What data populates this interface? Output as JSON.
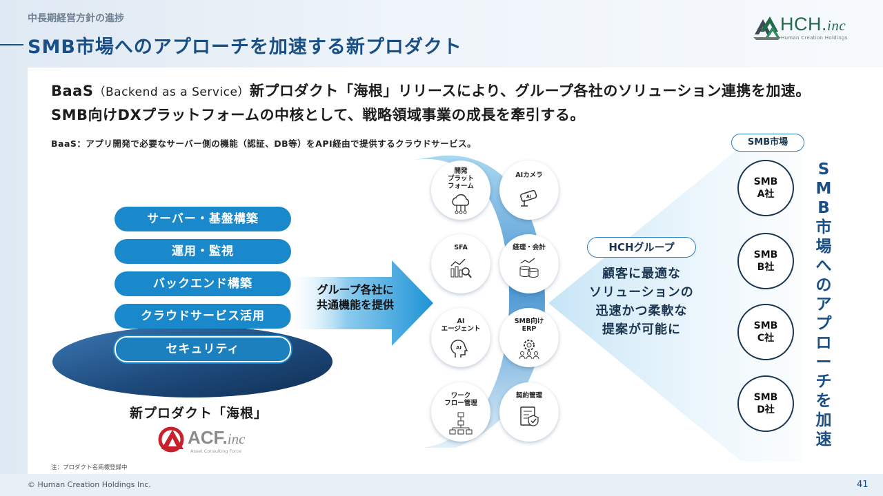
{
  "section_label": "中長期経営方針の進捗",
  "page_title": "SMB市場へのアプローチを加速する新プロダクト",
  "logo": {
    "name": "HCH.",
    "suffix": "inc",
    "sub": "Human Creation Holdings",
    "color": "#1f6b4a"
  },
  "lead": {
    "part1": "BaaS",
    "part2": "（Backend as a Service）",
    "part3": "新プロダクト「海根」リリースにより、グループ各社のソリューション連携を加速。SMB向けDXプラットフォームの中核として、戦略領域事業の成長を牽引する。"
  },
  "baas_note": "BaaS：アプリ開発で必要なサーバー側の機能（認証、DB等）をAPI経由で提供するクラウドサービス。",
  "stack": {
    "layers": [
      "サーバー・基盤構築",
      "運用・監視",
      "バックエンド構築",
      "クラウドサービス活用",
      "セキュリティ"
    ],
    "product_name": "新プロダクト「海根」"
  },
  "acf_logo": {
    "name": "ACF.",
    "suffix": "inc",
    "sub": "Asset Consulting Force"
  },
  "trademark_note": "注：プロダクト名商標登録中",
  "arrow_text": {
    "line1": "グループ各社に",
    "line2": "共通機能を提供"
  },
  "functions": [
    {
      "label": "開発\nプラット\nフォーム",
      "icon": "cloud-network-icon"
    },
    {
      "label": "AIカメラ",
      "icon": "security-camera-icon"
    },
    {
      "label": "SFA",
      "icon": "chart-magnifier-icon"
    },
    {
      "label": "経理・会計",
      "icon": "coins-chart-icon"
    },
    {
      "label": "AI\nエージェント",
      "icon": "ai-head-icon"
    },
    {
      "label": "SMB向け\nERP",
      "icon": "gear-people-icon"
    },
    {
      "label": "ワーク\nフロー管理",
      "icon": "flowchart-icon"
    },
    {
      "label": "契約管理",
      "icon": "contract-check-icon"
    }
  ],
  "hch_group": {
    "badge": "HCHグループ",
    "lines": [
      "顧客に最適な",
      "ソリューションの",
      "迅速かつ柔軟な",
      "提案が可能に"
    ]
  },
  "smb": {
    "badge": "SMB市場",
    "companies": [
      "A社",
      "B社",
      "C社",
      "D社"
    ],
    "company_prefix": "SMB",
    "vertical_text": "SMB市場へのアプローチを加速"
  },
  "footer": {
    "copyright": "© Human Creation Holdings Inc.",
    "page_number": "41"
  },
  "colors": {
    "primary": "#1a4f86",
    "pill": "#1a89cb",
    "navy": "#1a3550"
  }
}
